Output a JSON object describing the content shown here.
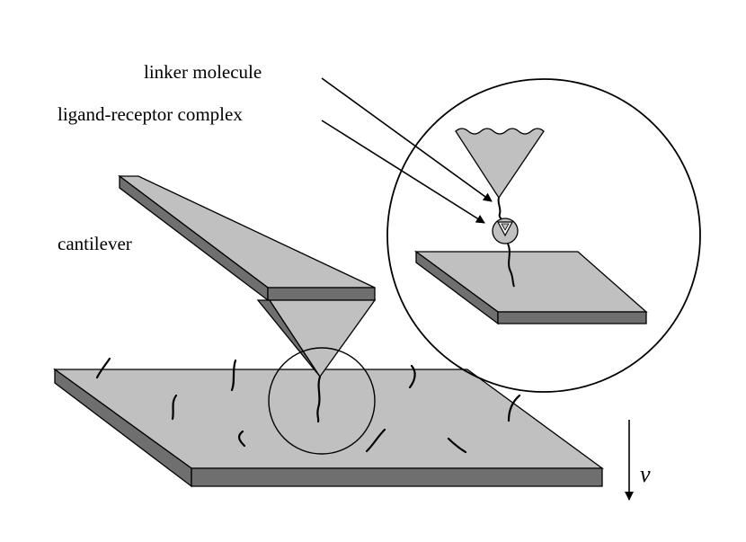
{
  "labels": {
    "linker": "linker molecule",
    "complex": "ligand-receptor complex",
    "cantilever": "cantilever",
    "velocity": "v"
  },
  "colors": {
    "fill": "#c0c0c0",
    "side": "#6f6f6f",
    "stroke": "#000000",
    "background": "#ffffff"
  }
}
